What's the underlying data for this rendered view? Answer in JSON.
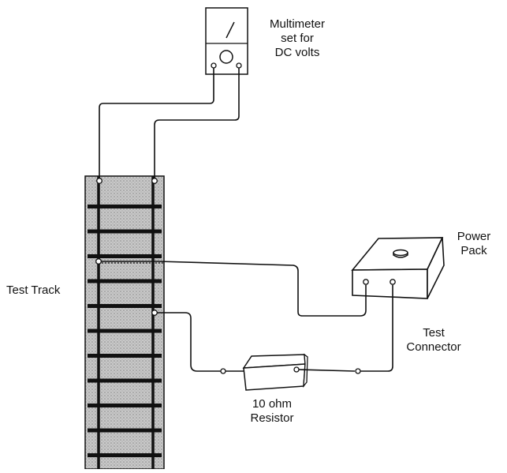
{
  "labels": {
    "multimeter": [
      "Multimeter",
      "set for",
      "DC volts"
    ],
    "power_pack": [
      "Power",
      "Pack"
    ],
    "test_track": "Test Track",
    "test_connector": [
      "Test",
      "Connector"
    ],
    "resistor": [
      "10 ohm",
      "Resistor"
    ]
  },
  "colors": {
    "line": "#111111",
    "ballast": "#b9b9b9",
    "background": "#ffffff"
  }
}
